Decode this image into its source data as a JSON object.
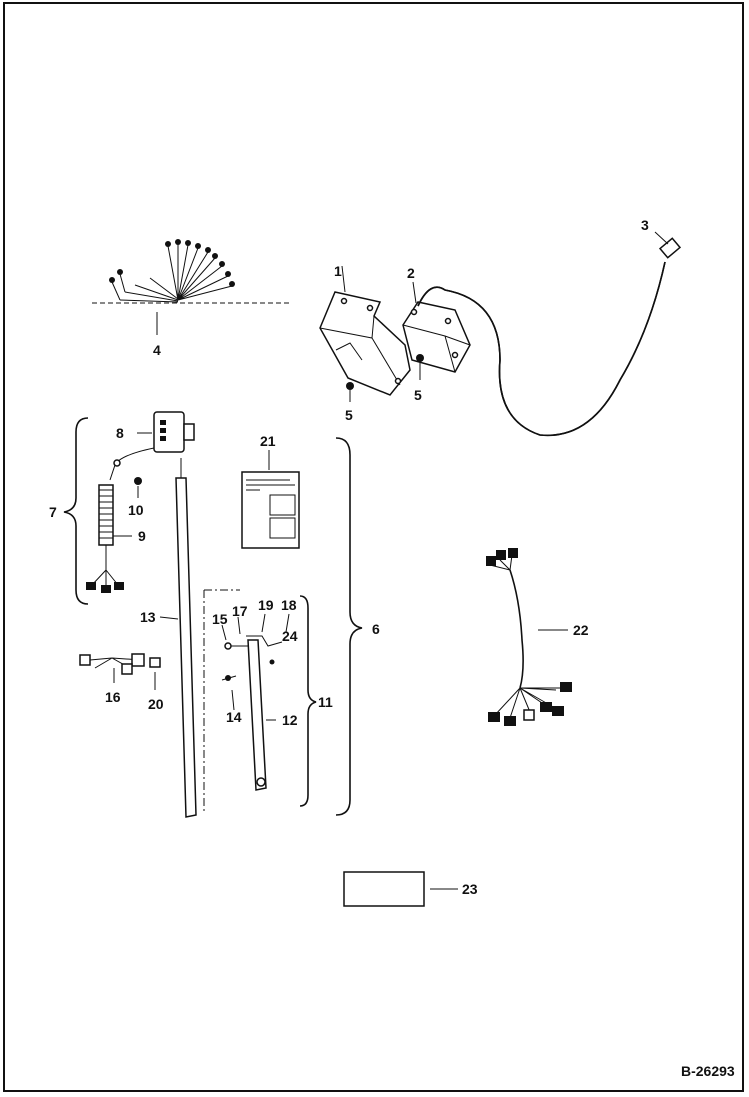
{
  "drawing_number": "B-26293",
  "callouts": {
    "c1": "1",
    "c2": "2",
    "c3": "3",
    "c4": "4",
    "c5a": "5",
    "c5b": "5",
    "c6": "6",
    "c7": "7",
    "c8": "8",
    "c9": "9",
    "c10": "10",
    "c11": "11",
    "c12": "12",
    "c13": "13",
    "c14": "14",
    "c15": "15",
    "c16": "16",
    "c17": "17",
    "c19": "19",
    "c18": "18",
    "c20": "20",
    "c21": "21",
    "c22": "22",
    "c23": "23",
    "c24": "24"
  }
}
